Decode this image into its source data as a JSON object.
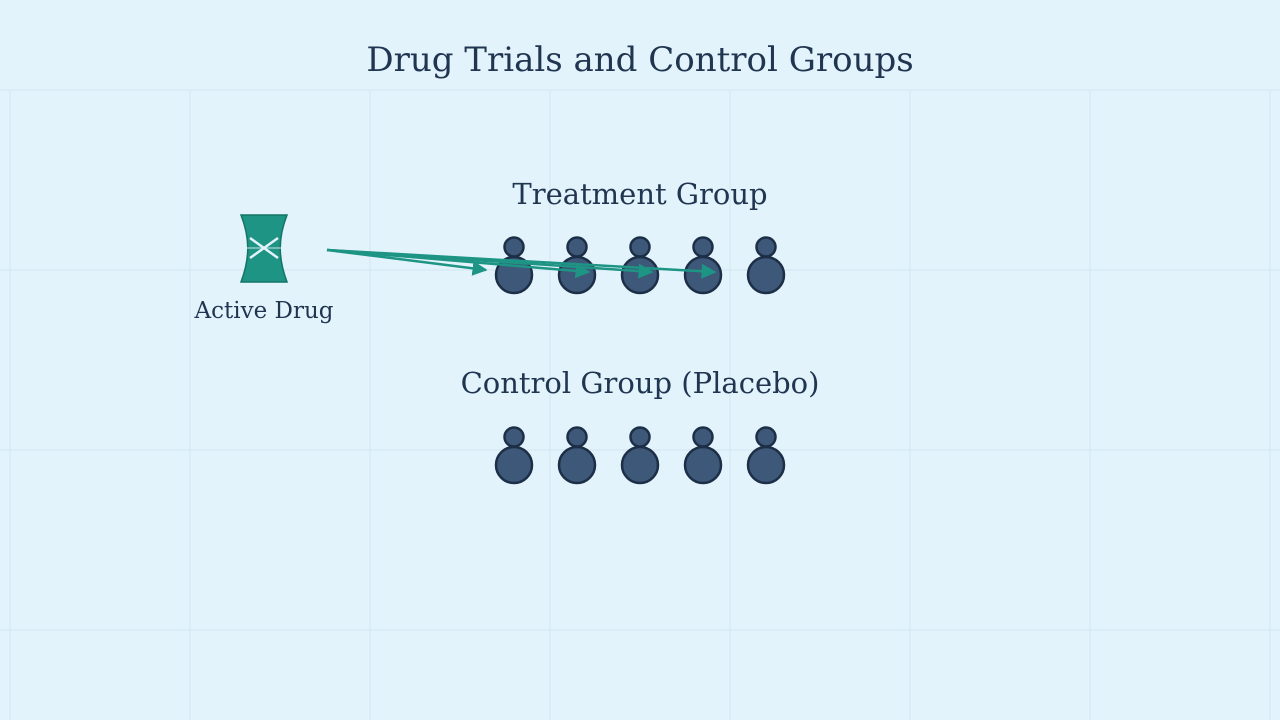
{
  "title": "Drug Trials and Control Groups",
  "drug": {
    "label": "Active Drug",
    "icon": "pill-capsule-icon"
  },
  "groups": {
    "treatment": {
      "label": "Treatment Group",
      "members": 5
    },
    "control": {
      "label": "Control Group (Placebo)",
      "members": 5
    }
  },
  "colors": {
    "background": "#e3f3fc",
    "grid": "#d2e7f2",
    "text": "#1f3550",
    "drug": "#1e9484",
    "person_fill": "#3d5878",
    "person_stroke": "#1d2f47"
  }
}
